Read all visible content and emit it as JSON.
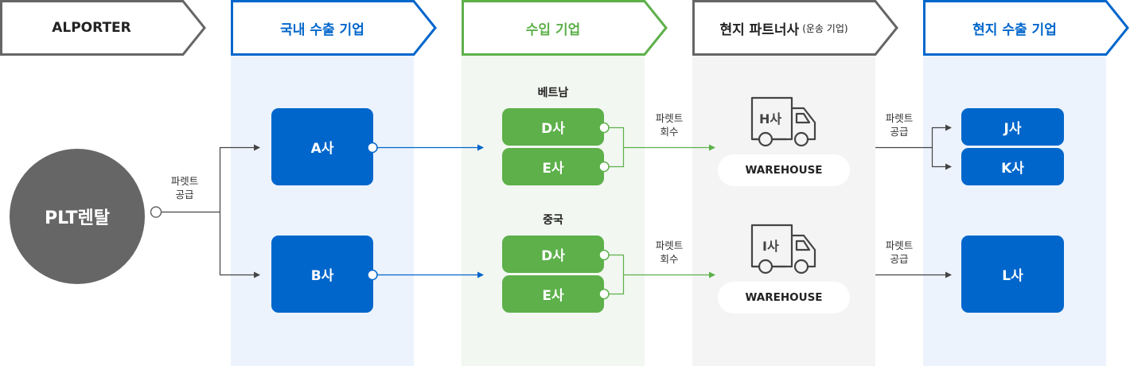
{
  "headers": [
    {
      "label": "ALPORTER",
      "sub": "",
      "color": "#666666",
      "text_color": "#222222"
    },
    {
      "label": "국내 수출 기업",
      "sub": "",
      "color": "#0066cc",
      "text_color": "#0066cc"
    },
    {
      "label": "수입 기업",
      "sub": "",
      "color": "#5db04a",
      "text_color": "#5db04a"
    },
    {
      "label": "현지 파트너사",
      "sub": "(운송 기업)",
      "color": "#666666",
      "text_color": "#222222"
    },
    {
      "label": "현지 수출 기업",
      "sub": "",
      "color": "#0066cc",
      "text_color": "#0066cc"
    }
  ],
  "source": {
    "label": "PLT렌탈"
  },
  "flow_labels": {
    "supply_1": [
      "파렛트",
      "공급"
    ],
    "return_vn": [
      "파렛트",
      "회수"
    ],
    "return_cn": [
      "파렛트",
      "회수"
    ],
    "supply_2": [
      "파렛트",
      "공급"
    ],
    "supply_3": [
      "파렛트",
      "공급"
    ]
  },
  "domestic": [
    {
      "label": "A사"
    },
    {
      "label": "B사"
    }
  ],
  "importers": [
    {
      "country": "베트남",
      "companies": [
        {
          "label": "D사"
        },
        {
          "label": "E사"
        }
      ]
    },
    {
      "country": "중국",
      "companies": [
        {
          "label": "D사"
        },
        {
          "label": "E사"
        }
      ]
    }
  ],
  "partners": [
    {
      "truck_label": "H사",
      "warehouse": "WAREHOUSE"
    },
    {
      "truck_label": "I사",
      "warehouse": "WAREHOUSE"
    }
  ],
  "local_exporters": [
    {
      "label": "J사"
    },
    {
      "label": "K사"
    },
    {
      "label": "L사"
    }
  ],
  "colors": {
    "blue": "#0066cc",
    "green": "#5db04a",
    "gray": "#666666",
    "line_dark": "#444444"
  }
}
